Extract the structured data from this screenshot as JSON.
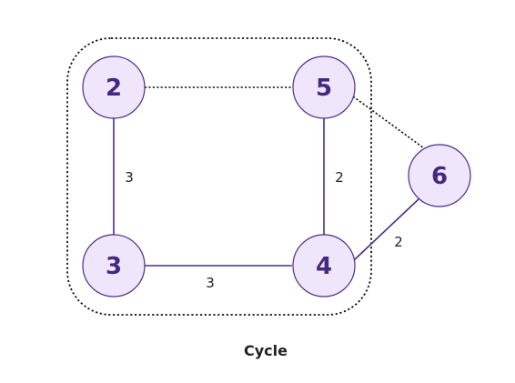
{
  "caption": "Cycle",
  "nodes": [
    {
      "id": "2",
      "label": "2"
    },
    {
      "id": "5",
      "label": "5"
    },
    {
      "id": "3",
      "label": "3"
    },
    {
      "id": "4",
      "label": "4"
    },
    {
      "id": "6",
      "label": "6"
    }
  ],
  "edges": [
    {
      "from": "2",
      "to": "5",
      "style": "dotted",
      "weight": ""
    },
    {
      "from": "2",
      "to": "3",
      "style": "solid",
      "weight": "3"
    },
    {
      "from": "5",
      "to": "4",
      "style": "solid",
      "weight": "2"
    },
    {
      "from": "3",
      "to": "4",
      "style": "solid",
      "weight": "3"
    },
    {
      "from": "5",
      "to": "6",
      "style": "dotted",
      "weight": ""
    },
    {
      "from": "4",
      "to": "6",
      "style": "solid",
      "weight": "2"
    }
  ],
  "colors": {
    "node_fill": "#efe6fb",
    "node_stroke": "#4a2d86",
    "node_text": "#45297f",
    "solid_edge": "#4a2d86",
    "dotted_edge": "#111111"
  }
}
